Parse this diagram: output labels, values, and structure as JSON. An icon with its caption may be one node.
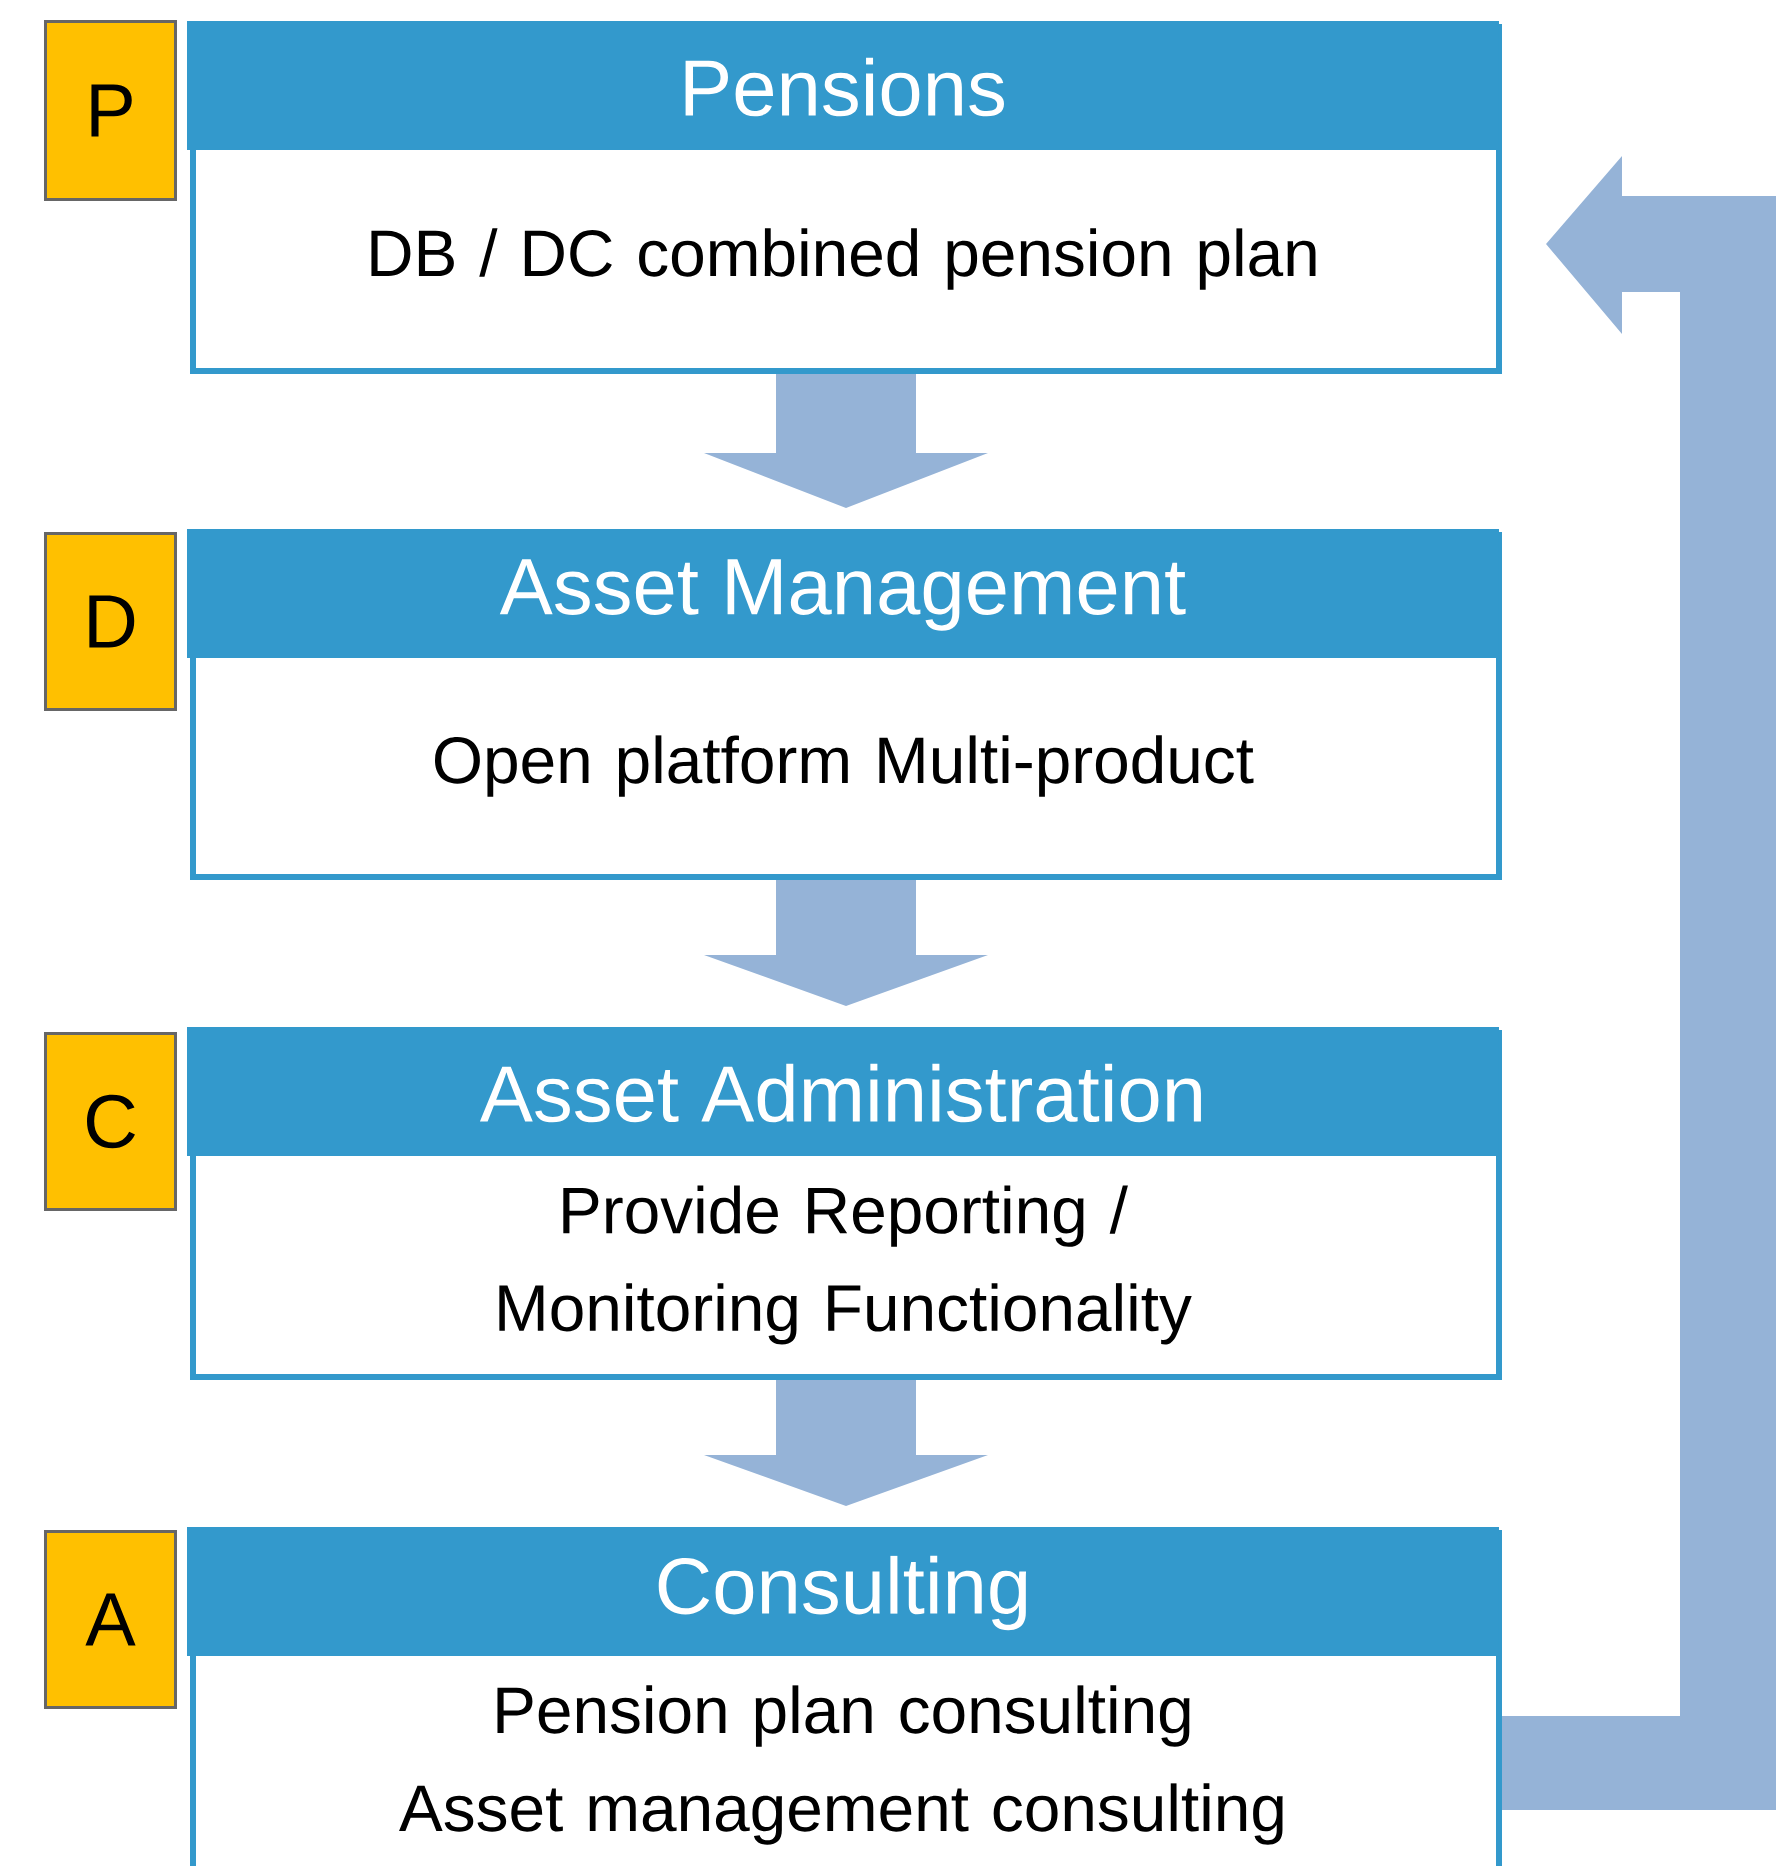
{
  "diagram": {
    "nodes": [
      {
        "text": [
          "P"
        ]
      },
      {
        "text": [
          "Pensions",
          "DB / DC combined pension plan"
        ]
      },
      {
        "text": [
          "D"
        ]
      },
      {
        "text": [
          "Asset Management",
          "Open platform Multi-product"
        ]
      },
      {
        "text": [
          "C"
        ]
      },
      {
        "text": [
          "Asset Administration",
          "Provide Reporting / Monitoring Functionality"
        ]
      },
      {
        "text": [
          "A"
        ]
      },
      {
        "text": [
          "Consulting",
          "Pension plan consulting",
          "Asset management consulting"
        ]
      }
    ],
    "edges": [
      {
        "from": 1,
        "to": 3,
        "arrow": "to",
        "style": "thick"
      },
      {
        "from": 3,
        "to": 5,
        "arrow": "to",
        "style": "thick"
      },
      {
        "from": 5,
        "to": 7,
        "arrow": "to",
        "style": "thick"
      },
      {
        "from": 7,
        "to": 1,
        "arrow": "to",
        "style": "thick"
      }
    ]
  }
}
